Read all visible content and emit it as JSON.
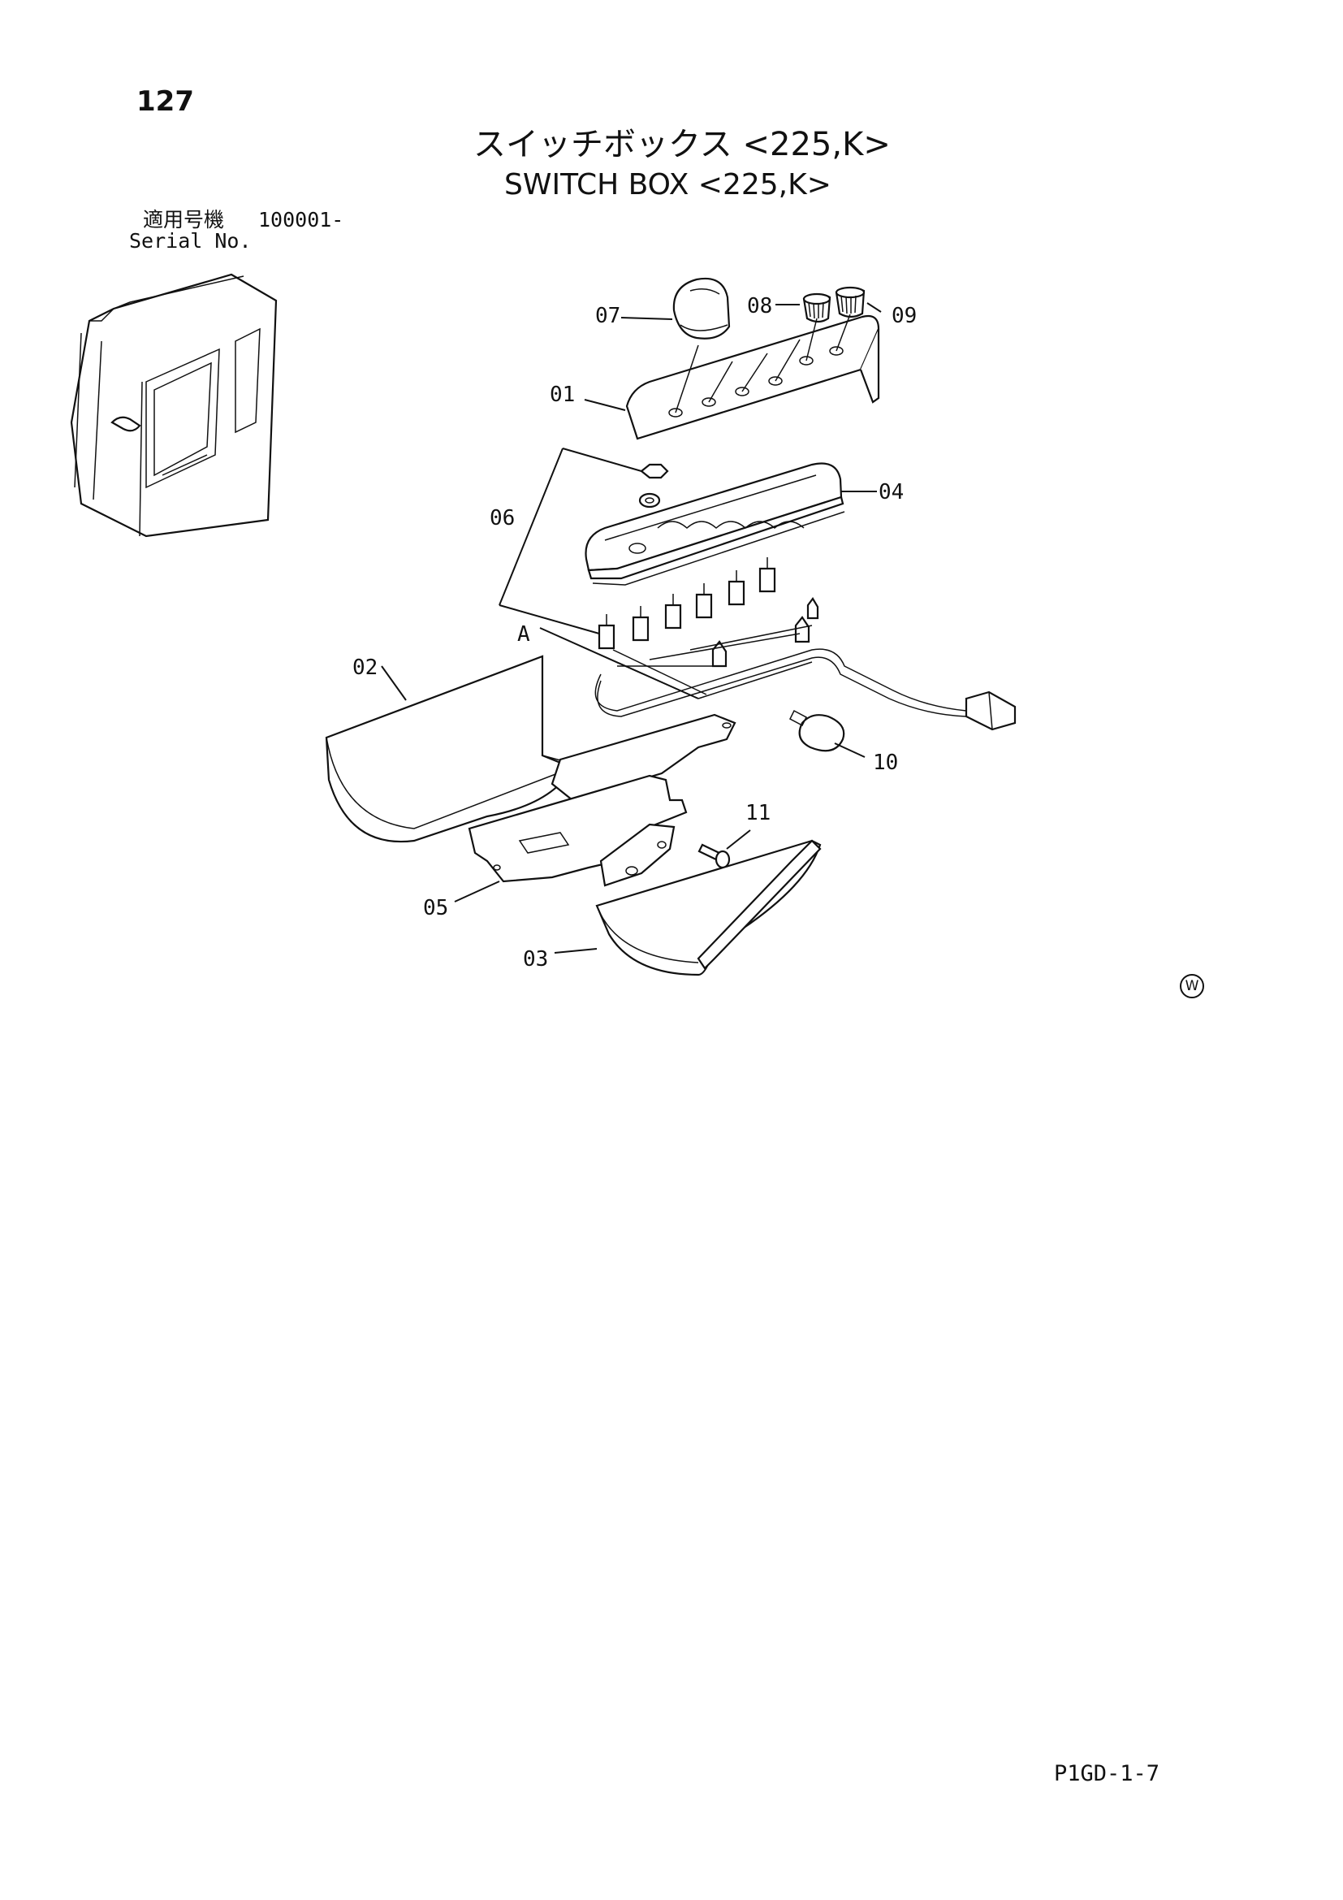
{
  "page_number": "127",
  "title_jp": "スイッチボックス <225,K>",
  "title_en": "SWITCH BOX <225,K>",
  "serial": {
    "label_jp": "適用号機",
    "label_en": "Serial No.",
    "value": "100001-"
  },
  "callouts": {
    "p01": "01",
    "p02": "02",
    "p03": "03",
    "p04": "04",
    "p05": "05",
    "p06": "06",
    "p07": "07",
    "p08": "08",
    "p09": "09",
    "p10": "10",
    "p11": "11",
    "pA": "A"
  },
  "watermark": "W",
  "drawing_code": "P1GD-1-7"
}
